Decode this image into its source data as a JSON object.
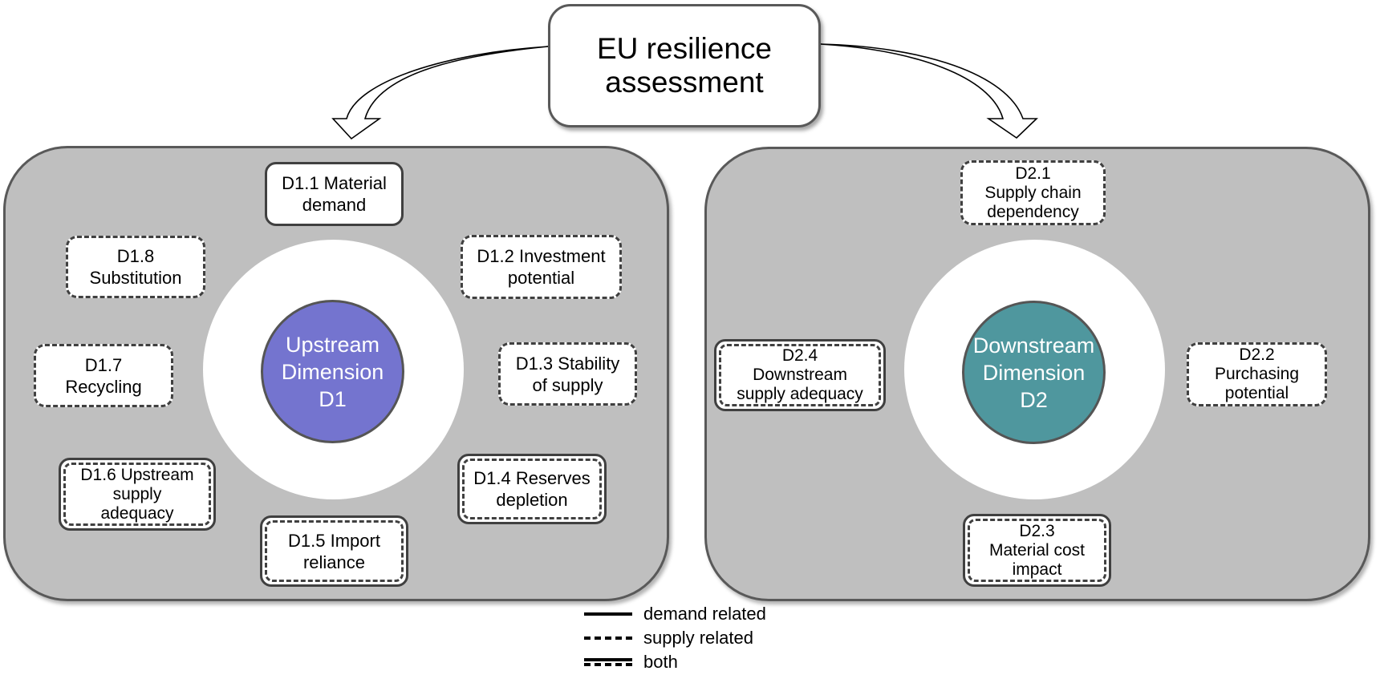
{
  "title": {
    "line1": "EU resilience",
    "line2": "assessment"
  },
  "colors": {
    "panel_fill": "#BFBFBF",
    "upstream_core": "#7474CF",
    "downstream_core": "#4F979E"
  },
  "upstream": {
    "core": {
      "line1": "Upstream",
      "line2": "Dimension",
      "line3": "D1"
    },
    "indicators": [
      {
        "id": "D1.1",
        "lines": [
          "D1.1 Material",
          "demand"
        ],
        "relation": "demand"
      },
      {
        "id": "D1.2",
        "lines": [
          "D1.2 Investment",
          "potential"
        ],
        "relation": "supply"
      },
      {
        "id": "D1.3",
        "lines": [
          "D1.3 Stability",
          "of supply"
        ],
        "relation": "supply"
      },
      {
        "id": "D1.4",
        "lines": [
          "D1.4 Reserves",
          "depletion"
        ],
        "relation": "both"
      },
      {
        "id": "D1.5",
        "lines": [
          "D1.5 Import",
          "reliance"
        ],
        "relation": "both"
      },
      {
        "id": "D1.6",
        "lines": [
          "D1.6 Upstream",
          "supply",
          "adequacy"
        ],
        "relation": "both"
      },
      {
        "id": "D1.7",
        "lines": [
          "D1.7",
          "Recycling"
        ],
        "relation": "supply"
      },
      {
        "id": "D1.8",
        "lines": [
          "D1.8",
          "Substitution"
        ],
        "relation": "supply"
      }
    ]
  },
  "downstream": {
    "core": {
      "line1": "Downstream",
      "line2": "Dimension",
      "line3": "D2"
    },
    "indicators": [
      {
        "id": "D2.1",
        "lines": [
          "D2.1",
          "Supply chain",
          "dependency"
        ],
        "relation": "supply"
      },
      {
        "id": "D2.2",
        "lines": [
          "D2.2",
          "Purchasing",
          "potential"
        ],
        "relation": "supply"
      },
      {
        "id": "D2.3",
        "lines": [
          "D2.3",
          "Material cost",
          "impact"
        ],
        "relation": "both"
      },
      {
        "id": "D2.4",
        "lines": [
          "D2.4",
          "Downstream",
          "supply adequacy"
        ],
        "relation": "both"
      }
    ]
  },
  "legend": [
    {
      "style": "solid",
      "label": "demand related"
    },
    {
      "style": "dashed",
      "label": "supply related"
    },
    {
      "style": "double",
      "label": "both"
    }
  ]
}
